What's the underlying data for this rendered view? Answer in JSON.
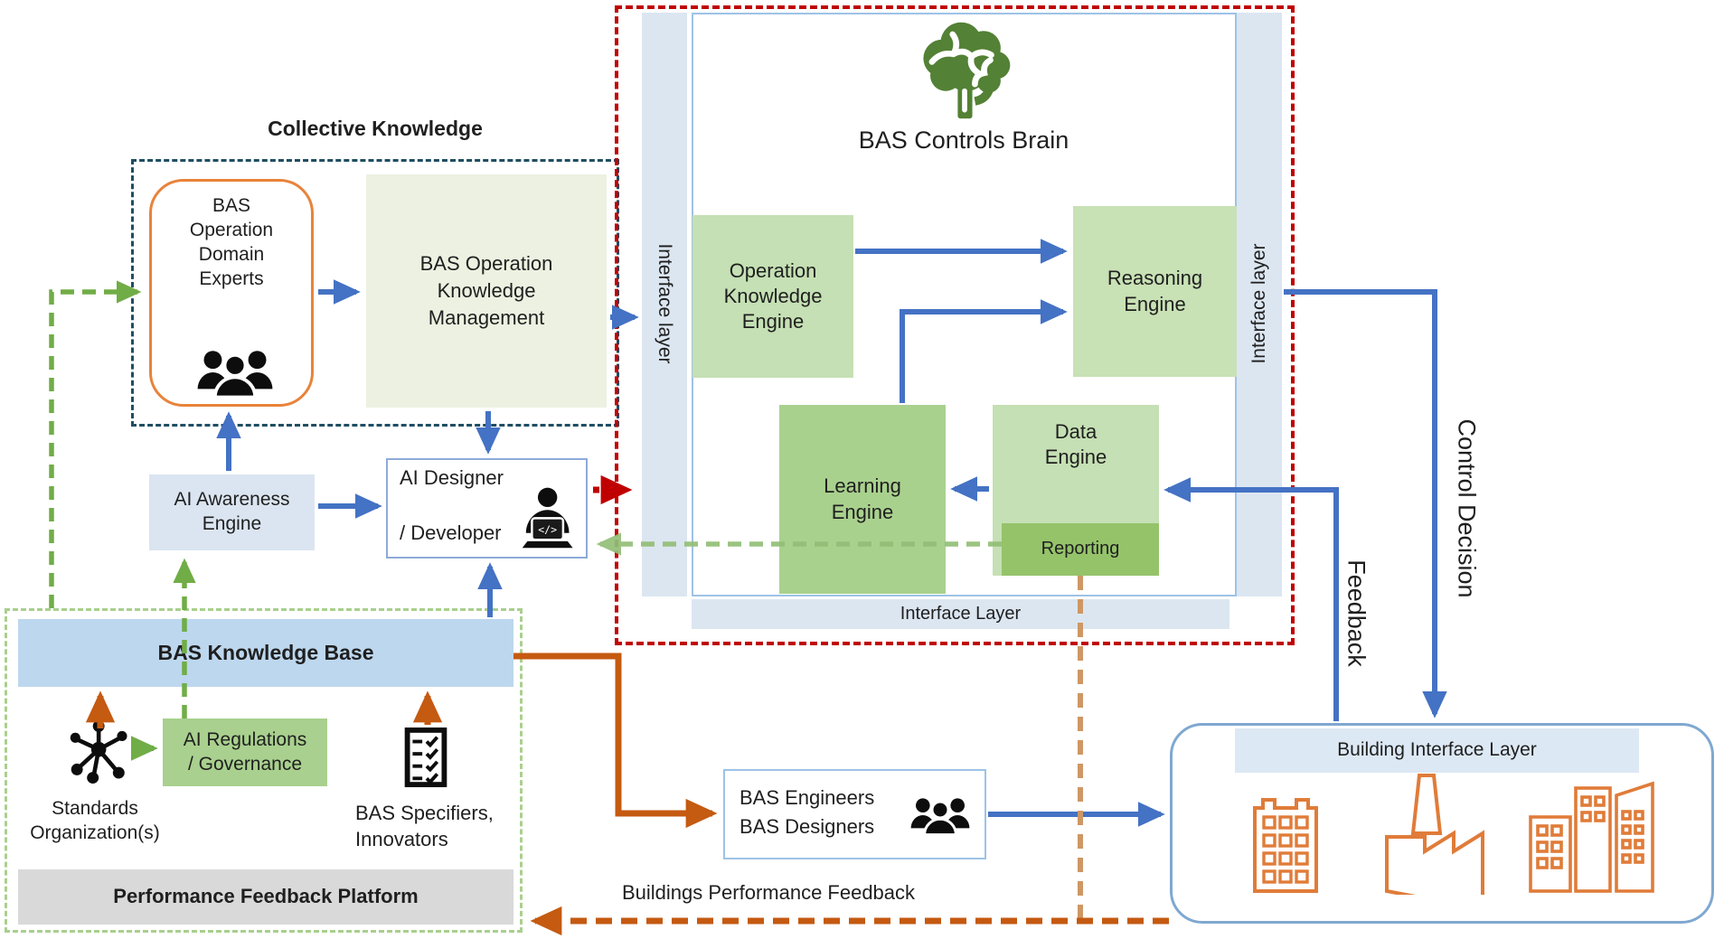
{
  "collective_knowledge": {
    "title": "Collective Knowledge",
    "experts_label": "BAS\nOperation\nDomain\nExperts",
    "knowledge_management_label": "BAS Operation\nKnowledge\nManagement"
  },
  "brain": {
    "title": "BAS Controls Brain",
    "interface_left": "Interface layer",
    "interface_right": "Interface layer",
    "interface_bottom": "Interface Layer",
    "operation_knowledge_engine": "Operation\nKnowledge\nEngine",
    "reasoning_engine": "Reasoning\nEngine",
    "learning_engine": "Learning\nEngine",
    "data_engine": "Data\nEngine",
    "reporting": "Reporting"
  },
  "left_side": {
    "ai_awareness_engine": "AI Awareness\nEngine",
    "ai_designer_line1": "AI Designer",
    "ai_designer_line2": "/ Developer",
    "bas_knowledge_base": "BAS Knowledge Base",
    "ai_regulations": "AI Regulations\n/ Governance",
    "standards_label": "Standards\nOrganization(s)",
    "bas_specifiers": "BAS Specifiers,\nInnovators",
    "performance_platform": "Performance Feedback Platform"
  },
  "bottom": {
    "bas_engineers": "BAS Engineers\nBAS Designers",
    "buildings_performance_feedback": "Buildings Performance  Feedback"
  },
  "building": {
    "header": "Building Interface Layer"
  },
  "flows": {
    "control_decision": "Control Decision",
    "feedback": "Feedback"
  },
  "colors": {
    "blue_arrow": "#4472C4",
    "orange_arrow": "#C55A11",
    "tan_dash": "#CE9764",
    "green": "#70AD47",
    "light_green_dash": "#93BE77",
    "red": "#C00000",
    "navy_dash": "#1F4E63",
    "green_box_dash": "#A9D08E",
    "engine_green": "#C5E0B4",
    "learning_green": "#A9D18E",
    "reporting_green": "#95C36A",
    "pale_green": "#ECF1E1",
    "interface_blue": "#DCE6F1",
    "kb_blue": "#BDD7EE",
    "gray_bar": "#D9D9D9",
    "brain_green": "#538135",
    "building_orange": "#E07C39"
  },
  "icons": [
    "brain-icon",
    "experts-people-icon",
    "developer-icon",
    "network-icon",
    "checklist-icon",
    "engineers-people-icon",
    "office-building-icon",
    "factory-icon",
    "city-buildings-icon"
  ]
}
